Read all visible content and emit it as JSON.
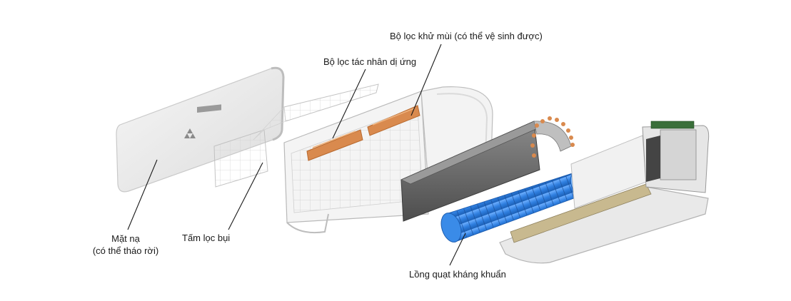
{
  "labels": {
    "deodorizing_filter": "Bộ lọc khử mùi (có thể vệ sinh được)",
    "allergen_filter": "Bộ lọc tác nhân dị ứng",
    "front_panel_line1": "Mặt nạ",
    "front_panel_line2": "(có thể tháo rời)",
    "dust_filter": "Tấm lọc bụi",
    "fan": "Lồng quạt kháng khuẩn"
  },
  "colors": {
    "panel": "#ededed",
    "panel_edge": "#c9c9c9",
    "filter_orange": "#d98a4e",
    "fan_blue": "#2f7fe0",
    "heat_exchanger": "#6a6a6a",
    "label_text": "#1a1a1a",
    "leader_line": "#1a1a1a"
  },
  "icons": {
    "brand_logo": "mitsubishi-logo"
  }
}
